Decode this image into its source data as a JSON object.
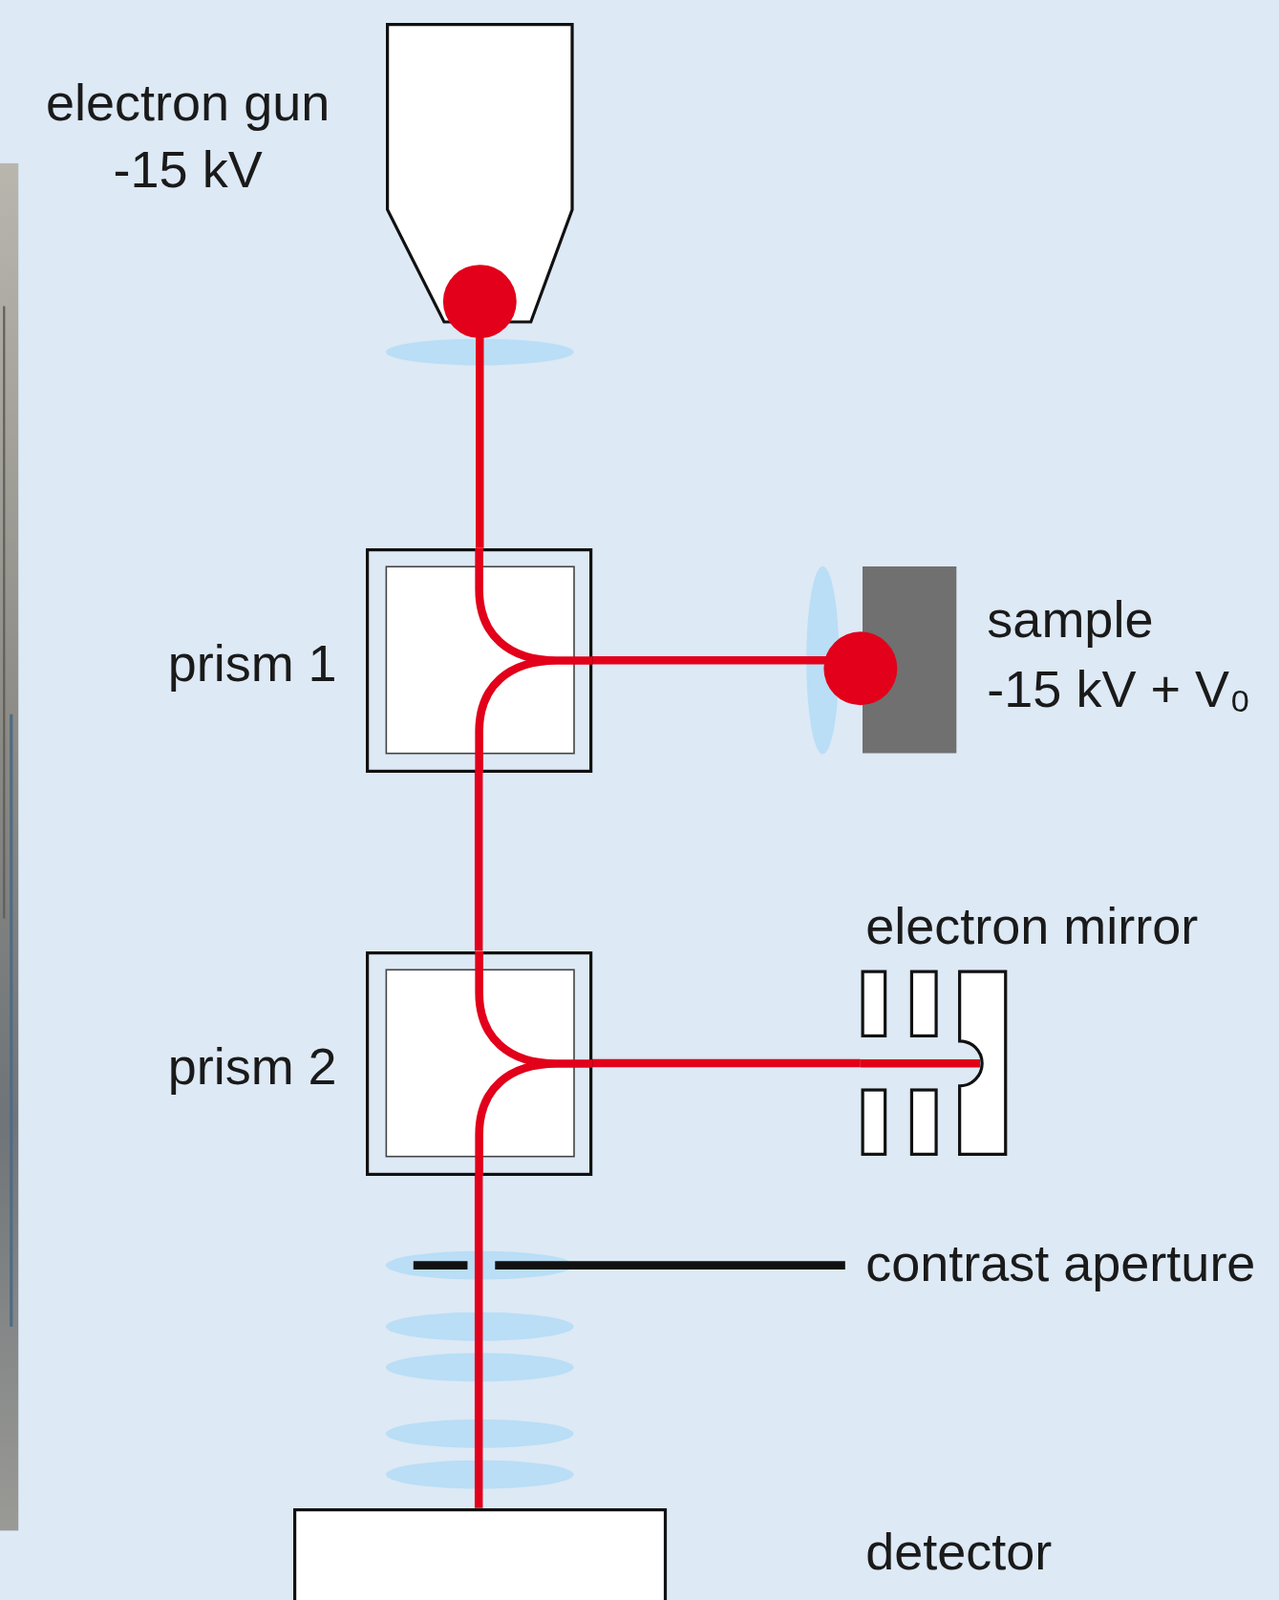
{
  "diagram": {
    "nodes": [
      {
        "text": [
          "electron gun",
          "-15 kV"
        ]
      },
      {
        "text": [
          "prism 1"
        ]
      },
      {
        "text": [
          "sample",
          "-15 kV + V₀"
        ]
      },
      {
        "text": [
          "electron mirror"
        ]
      },
      {
        "text": [
          "prism 2"
        ]
      },
      {
        "text": [
          "detector"
        ]
      }
    ],
    "edges": [
      {
        "from": 0,
        "to": 1,
        "arrow": "none"
      },
      {
        "from": 1,
        "to": 2,
        "arrow": "none"
      },
      {
        "from": 1,
        "to": 4,
        "arrow": "none"
      },
      {
        "from": 4,
        "to": 3,
        "arrow": "none"
      },
      {
        "from": 4,
        "to": 5,
        "arrow": "none"
      }
    ],
    "labels": [
      "contrast aperture"
    ]
  }
}
